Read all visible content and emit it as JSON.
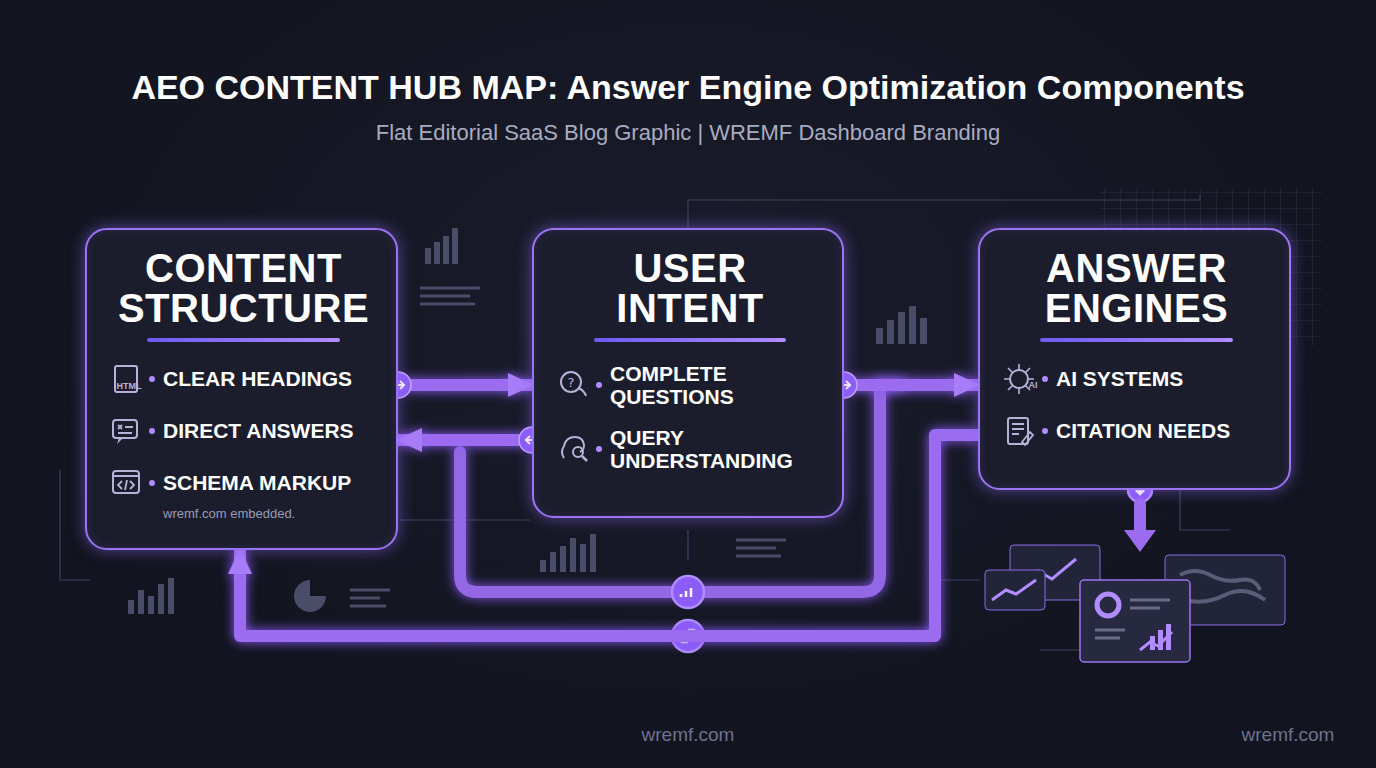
{
  "diagram": {
    "title": "AEO CONTENT HUB MAP: Answer Engine Optimization Components",
    "caption": "Flat Editorial SaaS Blog Graphic | WREMF Dashboard Branding",
    "nodes": [
      {
        "text": [
          "CONTENT STRUCTURE",
          "CLEAR HEADINGS",
          "DIRECT ANSWERS",
          "SCHEMA MARKUP",
          "wremf.com embedded."
        ]
      },
      {
        "text": [
          "USER INTENT",
          "COMPLETE QUESTIONS",
          "QUERY UNDERSTANDING"
        ]
      },
      {
        "text": [
          "ANSWER ENGINES",
          "AI SYSTEMS",
          "CITATION NEEDS"
        ]
      }
    ],
    "edges": [
      {
        "from": 0,
        "to": 1,
        "arrow": "to"
      },
      {
        "from": 1,
        "to": 0,
        "arrow": "to"
      },
      {
        "from": 1,
        "to": 2,
        "arrow": "to"
      },
      {
        "from": 2,
        "to": 0,
        "arrow": "to"
      }
    ],
    "labels": [
      "HTML",
      "AI",
      "wremf.com",
      "wremf.com"
    ]
  }
}
